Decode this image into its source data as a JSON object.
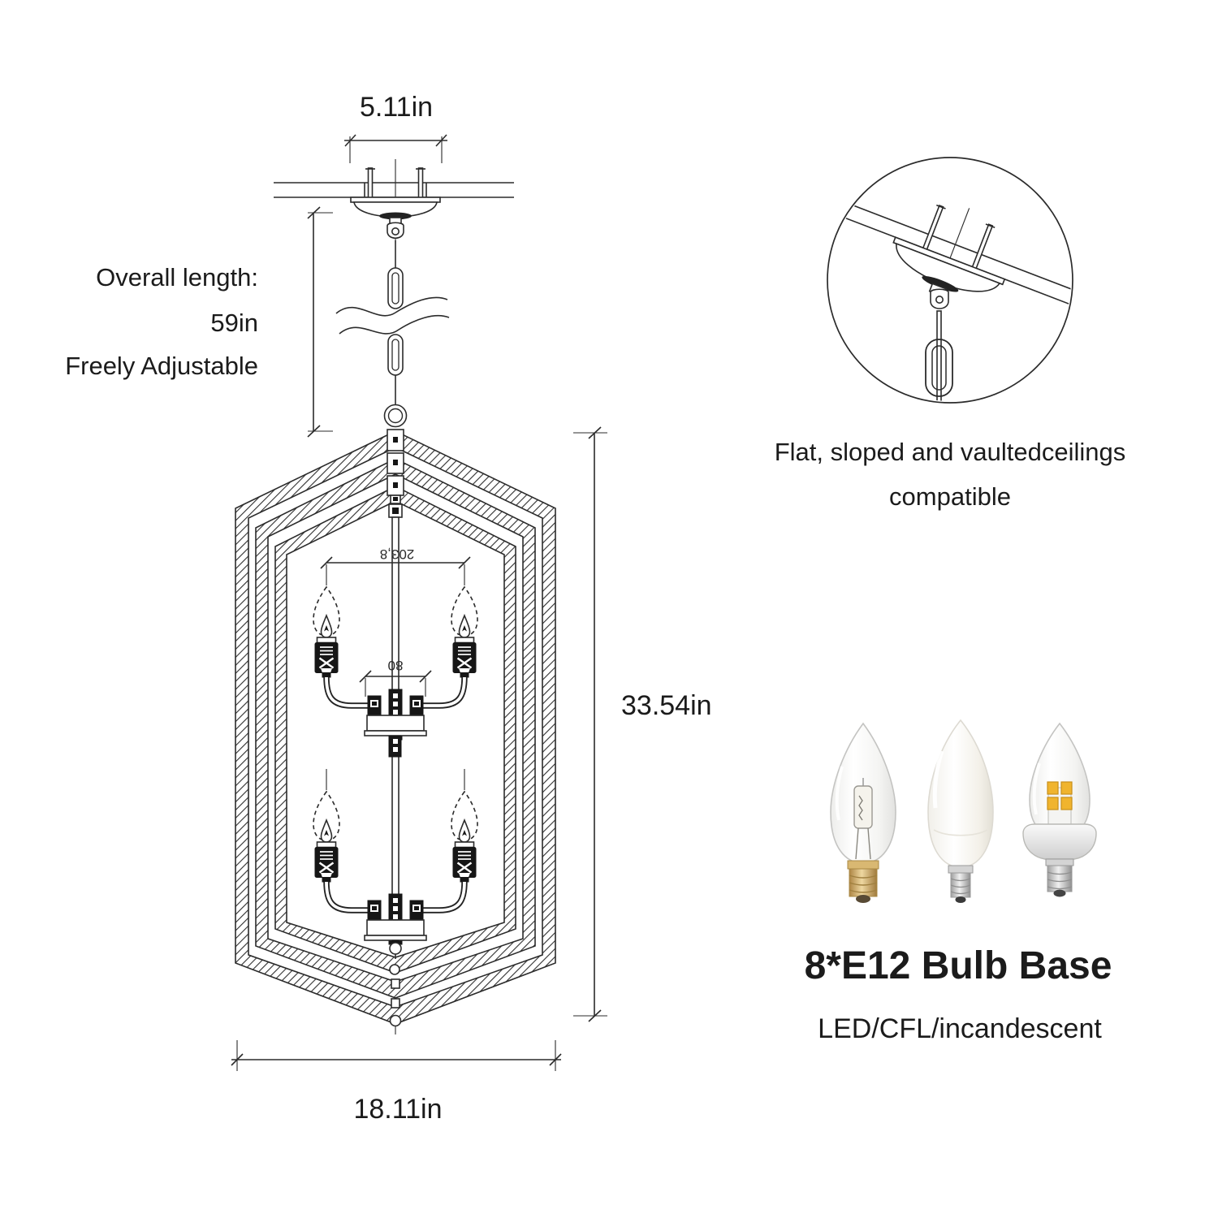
{
  "dimensions": {
    "canopy_width": "5.11in",
    "overall_length": {
      "label": "Overall length:",
      "value": "59in",
      "note": "Freely Adjustable"
    },
    "frame_height": "33.54in",
    "frame_width": "18.11in",
    "inner_width": "203,8",
    "arm_spacing": "80"
  },
  "inset": {
    "caption_line1": "Flat, sloped and vaultedceilings",
    "caption_line2": "compatible"
  },
  "bulb_info": {
    "heading": "8*E12 Bulb Base",
    "subheading": "LED/CFL/incandescent"
  },
  "icons": {
    "halogen_bulb": "clear-candle-bulb",
    "cfl_bulb": "frosted-candle-bulb",
    "led_bulb": "led-candle-bulb"
  },
  "colors": {
    "line": "#2b2b2b",
    "text": "#1b1b1b",
    "brass": "#d2ac66",
    "silver": "#cfcfcf",
    "led_chip": "#f0b42e"
  }
}
